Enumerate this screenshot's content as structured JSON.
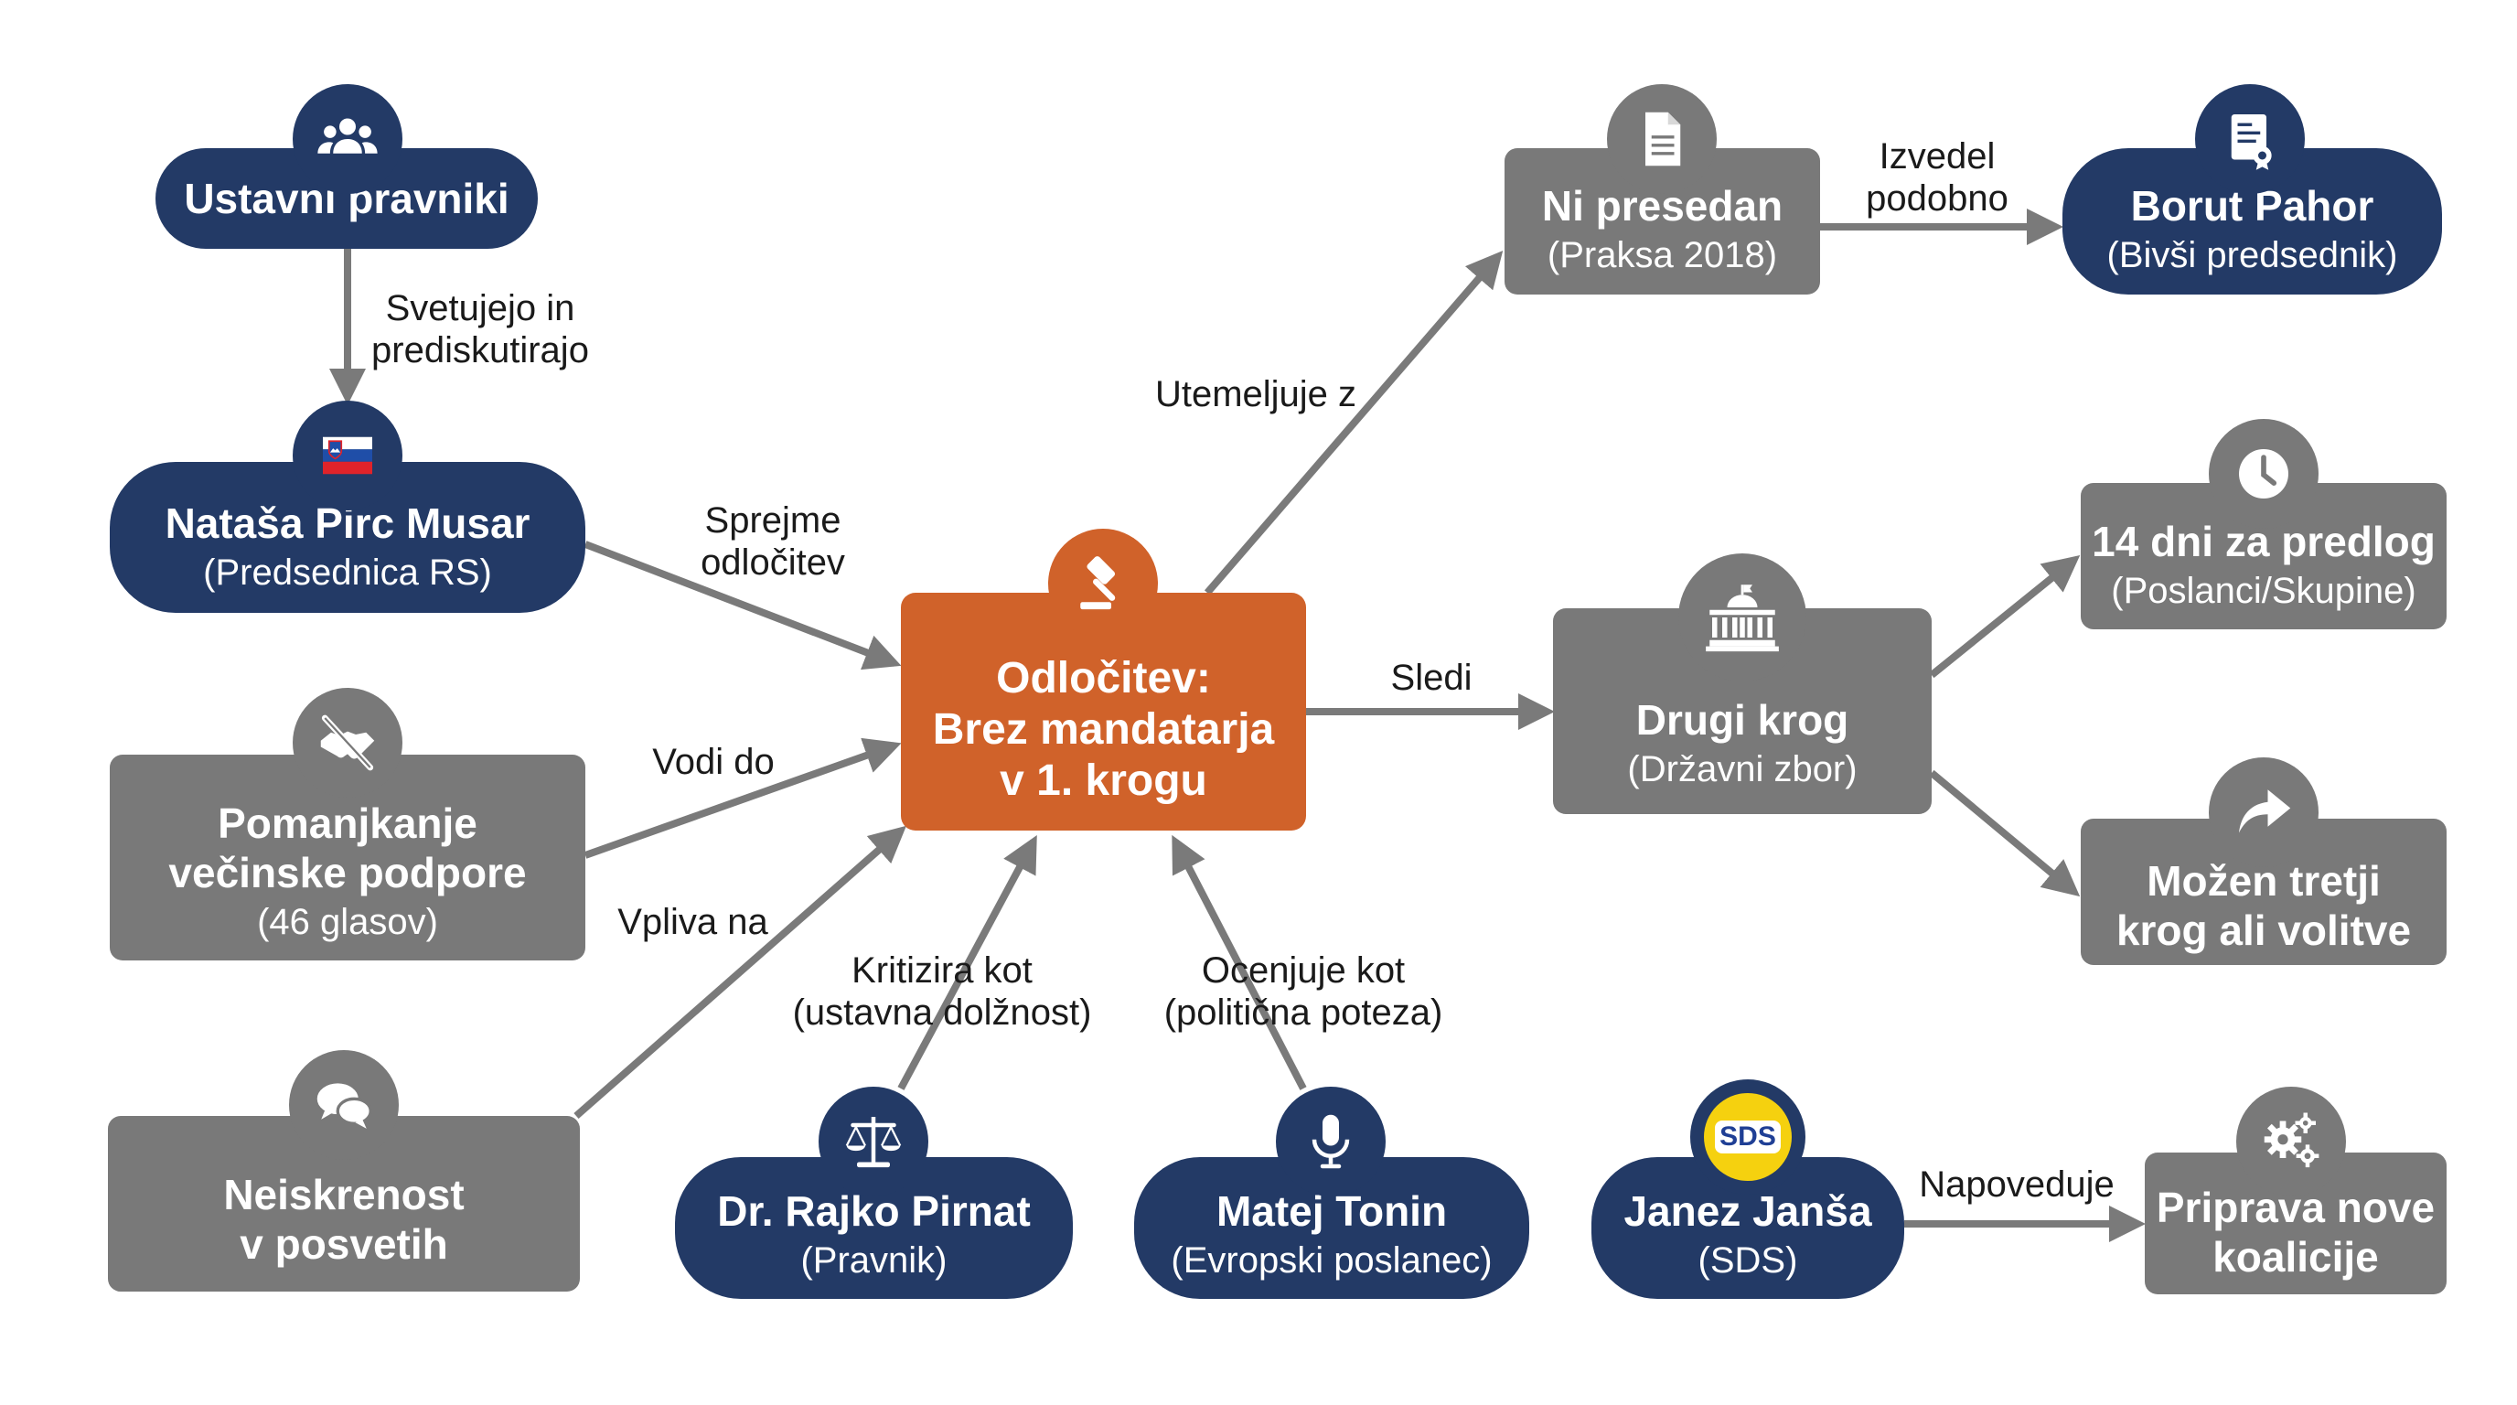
{
  "nodes": {
    "ustavni": {
      "title": "Ustavni pravniki"
    },
    "musar": {
      "title": "Nataša Pirc Musar",
      "sub": "(Predsednica RS)"
    },
    "podpora": {
      "title": "Pomanjkanje\nvečinske podpore",
      "sub": "(46 glasov)"
    },
    "neiskrenost": {
      "title": "Neiskrenost\nv posvetih"
    },
    "odlocitev": {
      "title": "Odločitev:\nBrez mandatarja\nv 1. krogu"
    },
    "presedan": {
      "title": "Ni presedan",
      "sub": "(Praksa 2018)"
    },
    "pahor": {
      "title": "Borut Pahor",
      "sub": "(Bivši predsednik)"
    },
    "drugi": {
      "title": "Drugi krog",
      "sub": "(Državni zbor)"
    },
    "dni14": {
      "title": "14 dni za predlog",
      "sub": "(Poslanci/Skupine)"
    },
    "tretji": {
      "title": "Možen tretji\nkrog ali volitve"
    },
    "pirnat": {
      "title": "Dr. Rajko Pirnat",
      "sub": "(Pravnik)"
    },
    "tonin": {
      "title": "Matej Tonin",
      "sub": "(Evropski poslanec)"
    },
    "jansa": {
      "title": "Janez Janša",
      "sub": "(SDS)",
      "logo_text": "SDS"
    },
    "koalicija": {
      "title": "Priprava nove\nkoalicije"
    }
  },
  "edges": {
    "svetujejo": "Svetujejo in\nprediskutirajo",
    "sprejme": "Sprejme\nodločitev",
    "vodi": "Vodi do",
    "vpliva": "Vpliva na",
    "kritizira": "Kritizira kot\n(ustavna dolžnost)",
    "ocenjuje": "Ocenjuje kot\n(politična poteza)",
    "utemeljuje": "Utemeljuje z",
    "izvedel": "Izvedel\npodobno",
    "sledi": "Sledi",
    "napoveduje": "Napoveduje"
  },
  "icons": {
    "ustavni": "group-icon",
    "musar": "slovenia-flag-icon",
    "podpora": "no-handshake-icon",
    "neiskrenost": "chat-bubbles-icon",
    "odlocitev": "gavel-icon",
    "presedan": "document-icon",
    "pahor": "certificate-icon",
    "drugi": "parliament-icon",
    "dni14": "clock-icon",
    "tretji": "share-arrow-icon",
    "pirnat": "scales-icon",
    "tonin": "microphone-icon",
    "jansa": "sds-logo",
    "koalicija": "gears-icon"
  },
  "colors": {
    "navy": "#233a66",
    "gray": "#797979",
    "orange": "#d0622a",
    "edge": "#7a7a7a",
    "sds_yellow": "#f5d10f",
    "sds_blue": "#1f3f95"
  }
}
